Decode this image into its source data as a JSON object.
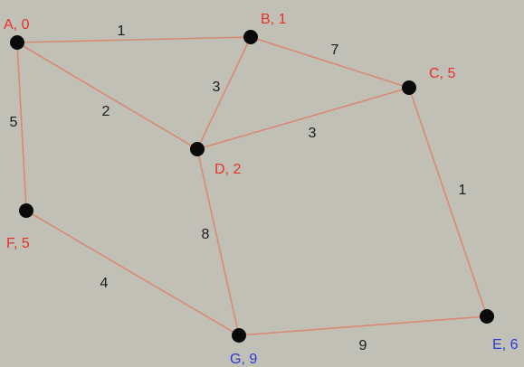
{
  "graph": {
    "colors": {
      "background": "#c1c0b6",
      "edge": "#d98a72",
      "node": "#0a0a0a",
      "weight_text": "#1a1a1a",
      "label_red": "#e8302a",
      "label_blue": "#2a3ad4"
    },
    "nodes": [
      {
        "id": "A",
        "label": "A, 0",
        "color": "red"
      },
      {
        "id": "B",
        "label": "B, 1",
        "color": "red"
      },
      {
        "id": "C",
        "label": "C, 5",
        "color": "red"
      },
      {
        "id": "D",
        "label": "D, 2",
        "color": "red"
      },
      {
        "id": "F",
        "label": "F, 5",
        "color": "red"
      },
      {
        "id": "G",
        "label": "G, 9",
        "color": "blue"
      },
      {
        "id": "E",
        "label": "E, 6",
        "color": "blue"
      }
    ],
    "edges": [
      {
        "from": "A",
        "to": "B",
        "weight": "1"
      },
      {
        "from": "B",
        "to": "C",
        "weight": "7"
      },
      {
        "from": "A",
        "to": "D",
        "weight": "2"
      },
      {
        "from": "B",
        "to": "D",
        "weight": "3"
      },
      {
        "from": "D",
        "to": "C",
        "weight": "3"
      },
      {
        "from": "A",
        "to": "F",
        "weight": "5"
      },
      {
        "from": "C",
        "to": "E",
        "weight": "1"
      },
      {
        "from": "D",
        "to": "G",
        "weight": "8"
      },
      {
        "from": "F",
        "to": "G",
        "weight": "4"
      },
      {
        "from": "G",
        "to": "E",
        "weight": "9"
      }
    ]
  }
}
